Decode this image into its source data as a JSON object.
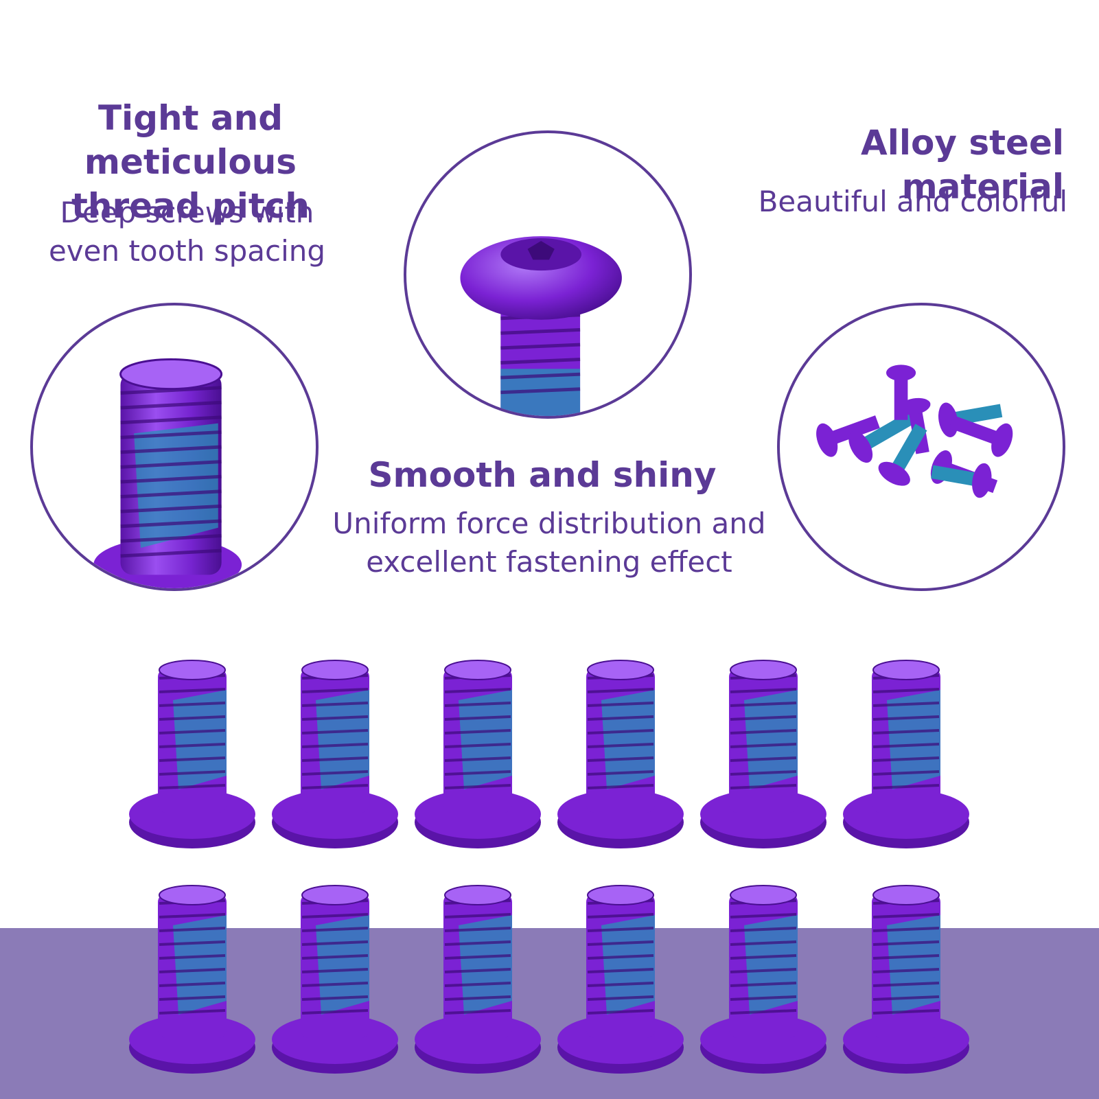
{
  "features": {
    "thread": {
      "title_line1": "Tight and meticulous",
      "title_line2": "thread pitch",
      "desc_line1": "Deep screws with",
      "desc_line2": "even tooth spacing"
    },
    "material": {
      "title": "Alloy steel material",
      "desc": "Beautiful and colorful"
    },
    "finish": {
      "title": "Smooth and shiny",
      "desc_line1": "Uniform force distribution and",
      "desc_line2": "excellent fastening effect"
    }
  },
  "colors": {
    "text_purple": "#5b3a96",
    "screw_purple": "#7b22d4",
    "thread_blue": "#2a8fb8",
    "band": "#8b7bb7"
  },
  "screw_grid": {
    "rows": 2,
    "columns": 6
  }
}
